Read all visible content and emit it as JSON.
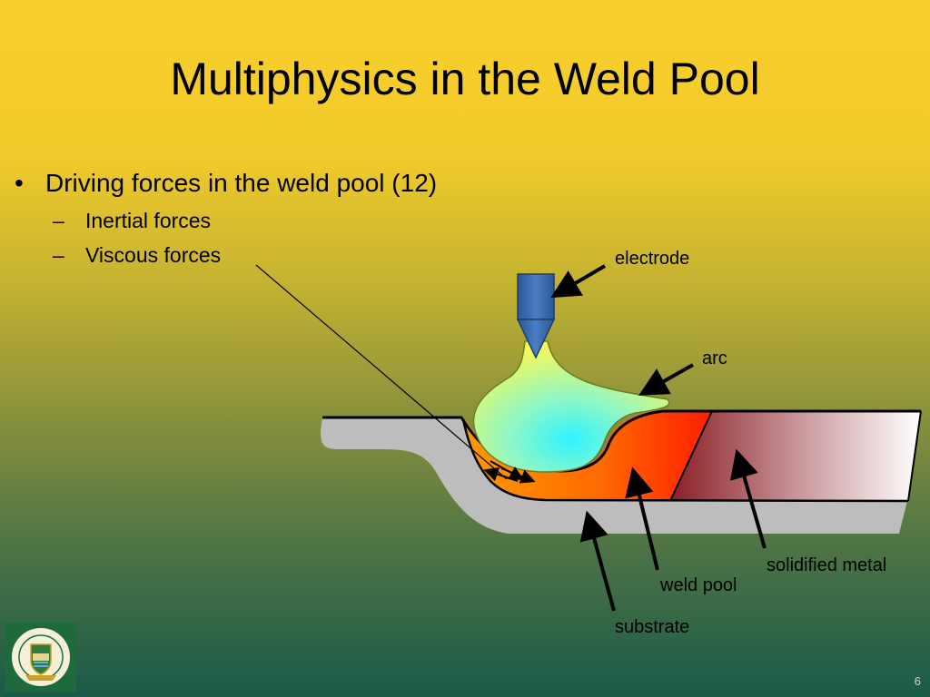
{
  "slide": {
    "title": "Multiphysics in the Weld Pool",
    "page_number": "6"
  },
  "bullets": {
    "main": "Driving forces in the weld pool (12)",
    "sub": [
      "Inertial forces",
      "Viscous forces"
    ],
    "bullet_glyph": "•",
    "dash_glyph": "–"
  },
  "diagram": {
    "labels": {
      "electrode": "electrode",
      "arc": "arc",
      "solidified_metal": "solidified metal",
      "weld_pool": "weld pool",
      "substrate": "substrate"
    }
  },
  "logo": {
    "icon": "university-of-alberta-crest-icon"
  }
}
